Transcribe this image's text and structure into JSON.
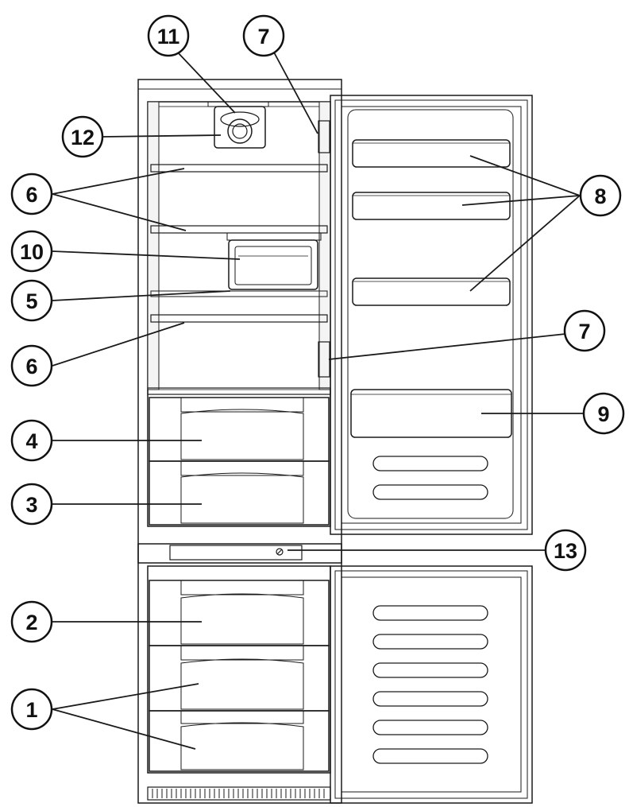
{
  "callouts": [
    {
      "id": "c11",
      "label": "11"
    },
    {
      "id": "c7a",
      "label": "7"
    },
    {
      "id": "c12",
      "label": "12"
    },
    {
      "id": "c6a",
      "label": "6"
    },
    {
      "id": "c8",
      "label": "8"
    },
    {
      "id": "c10",
      "label": "10"
    },
    {
      "id": "c5",
      "label": "5"
    },
    {
      "id": "c7b",
      "label": "7"
    },
    {
      "id": "c6b",
      "label": "6"
    },
    {
      "id": "c4",
      "label": "4"
    },
    {
      "id": "c9",
      "label": "9"
    },
    {
      "id": "c3",
      "label": "3"
    },
    {
      "id": "c13",
      "label": "13"
    },
    {
      "id": "c2",
      "label": "2"
    },
    {
      "id": "c1",
      "label": "1"
    }
  ]
}
